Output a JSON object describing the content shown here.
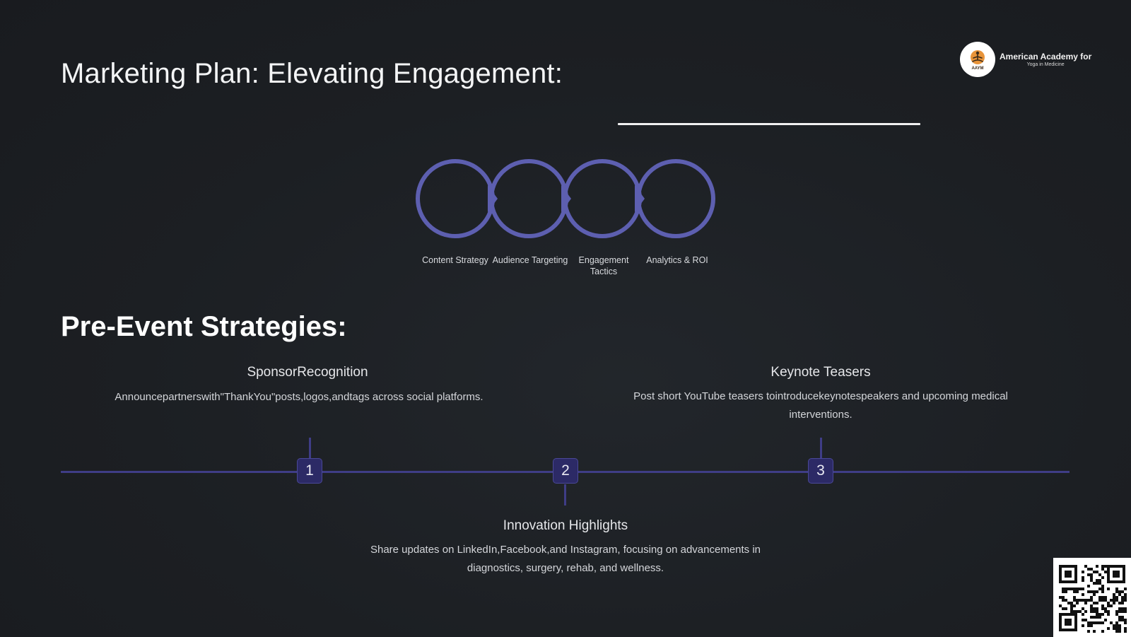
{
  "slide": {
    "title": "Marketing Plan: Elevating Engagement:",
    "section_heading": "Pre-Event Strategies:"
  },
  "logo": {
    "line1": "American Academy for",
    "line2": "Yoga in Medicine",
    "badge_text": "AAYM",
    "accent_color": "#e8943a"
  },
  "cycle": {
    "stroke_color": "#5d5fb0",
    "steps": [
      {
        "label": "Content Strategy"
      },
      {
        "label": "Audience Targeting"
      },
      {
        "label": "Engagement Tactics"
      },
      {
        "label": "Analytics & ROI"
      }
    ]
  },
  "timeline": {
    "line_color": "#3f3d86",
    "items": [
      {
        "number": "1",
        "title": "SponsorRecognition",
        "description": "Announcepartnerswith\"ThankYou\"posts,logos,andtags across social platforms."
      },
      {
        "number": "2",
        "title": "Innovation Highlights",
        "description": "Share updates on LinkedIn,Facebook,and Instagram, focusing on advancements in diagnostics, surgery, rehab, and wellness."
      },
      {
        "number": "3",
        "title": "Keynote Teasers",
        "description": "Post short YouTube teasers tointroducekeynotespeakers and upcoming medical interventions."
      }
    ]
  },
  "qr": {
    "icon": "qr-code-icon"
  }
}
